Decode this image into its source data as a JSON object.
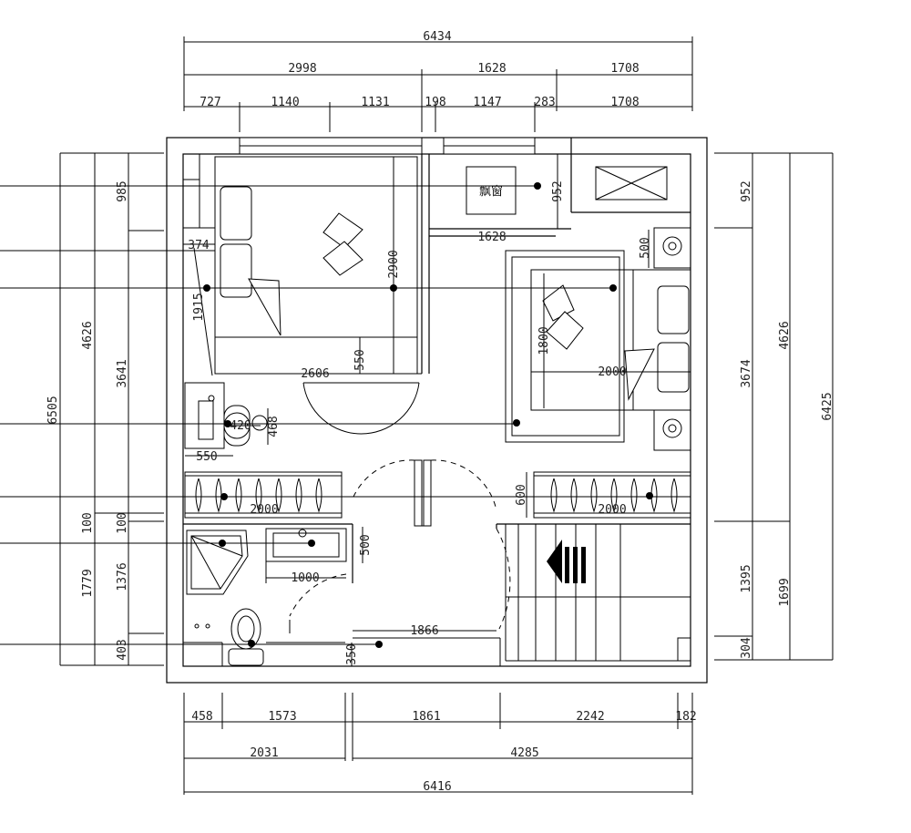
{
  "top_dims": {
    "overall": "6434",
    "row2": [
      "2998",
      "1628",
      "1708"
    ],
    "row3": [
      "727",
      "1140",
      "1131",
      "198",
      "1147",
      "283",
      "1708"
    ]
  },
  "bottom_dims": {
    "row1": [
      "458",
      "1573",
      "1861",
      "2242",
      "182"
    ],
    "row2": [
      "2031",
      "4285"
    ],
    "overall": "6416"
  },
  "left_dims": {
    "outer": "6505",
    "mid": [
      "4626",
      "1779"
    ],
    "inner": [
      "985",
      "3641",
      "100",
      "1376",
      "403"
    ],
    "extra": "100"
  },
  "right_dims": {
    "outer": "6425",
    "mid": [
      "4626",
      "1699"
    ],
    "inner": [
      "952",
      "3674",
      "1395",
      "304"
    ]
  },
  "interior_dims": {
    "bed1_374": "374",
    "bed1_1915": "1915",
    "bed1_2900": "2900",
    "bed1_550": "550",
    "bed1_2606": "2606",
    "desk_420": "420",
    "desk_468": "468",
    "desk_550": "550",
    "wardrobe1_2000": "2000",
    "window_952": "952",
    "window_1628": "1628",
    "bed2_500": "500",
    "bed2_1800": "1800",
    "bed2_2000": "2000",
    "wardrobe2_600": "600",
    "wardrobe2_2000": "2000",
    "bath_500": "500",
    "bath_1000": "1000",
    "hall_1866": "1866",
    "hall_350": "350"
  },
  "labels": {
    "bay_window": "飘窗"
  }
}
